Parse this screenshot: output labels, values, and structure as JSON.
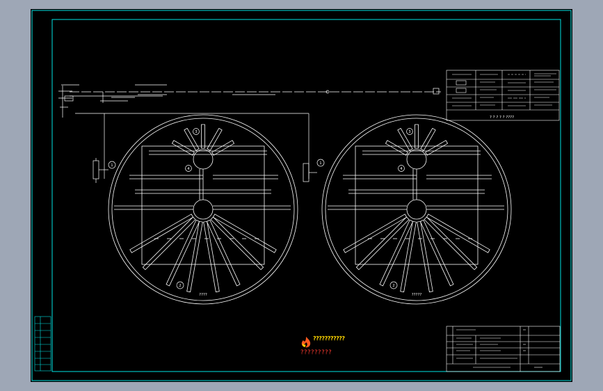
{
  "colors": {
    "window_bg": "#9ea7b6",
    "canvas_bg": "#000000",
    "frame": "#00e5e5",
    "lines": "#ffffff",
    "brand": "#ffd700",
    "caption": "#ff3b30"
  },
  "logo": {
    "text": "???????????",
    "caption": "?????????"
  },
  "drawing": {
    "legend_caption": "? ? ? ? ? ????",
    "left_circle_label": "????",
    "right_circle_label": "?????",
    "markers": [
      "1",
      "2",
      "3",
      "4"
    ]
  }
}
